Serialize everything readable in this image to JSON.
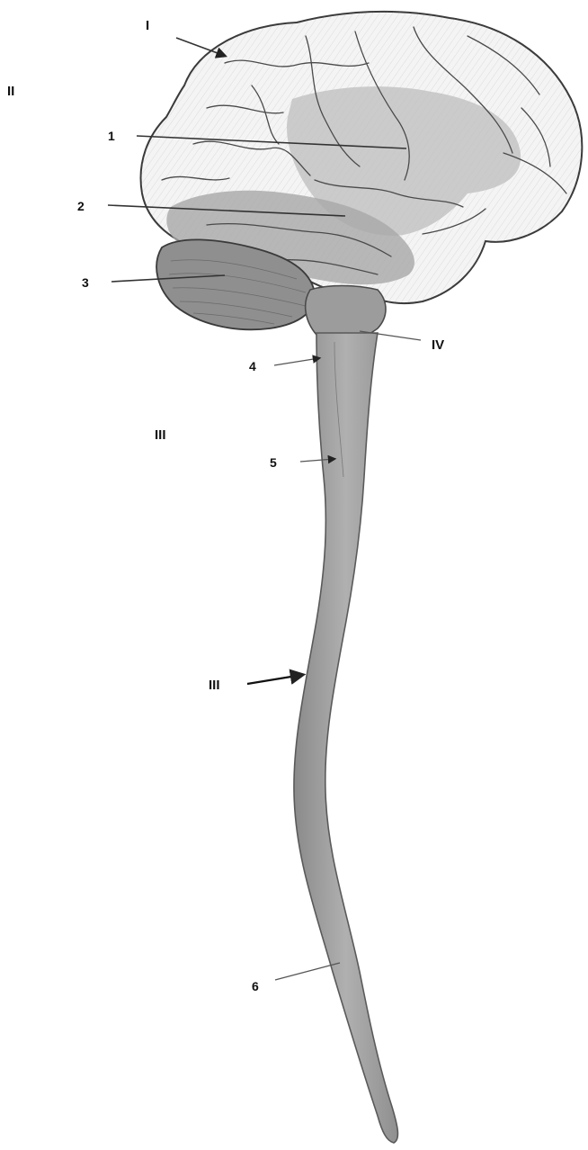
{
  "labels": {
    "I": "I",
    "II": "II",
    "III_upper": "III",
    "III_lower": "III",
    "IV": "IV",
    "n1": "1",
    "n2": "2",
    "n3": "3",
    "n4": "4",
    "n5": "5",
    "n6": "6"
  },
  "colors": {
    "ink": "#111111",
    "cortex_fill": "#f2f2f2",
    "shaded_region": "#b8b8b8",
    "temporal_region": "#a9a9a9",
    "cerebellum": "#8e8e8e",
    "cord": "#a8a8a8",
    "cord_edge": "#5a5a5a"
  }
}
